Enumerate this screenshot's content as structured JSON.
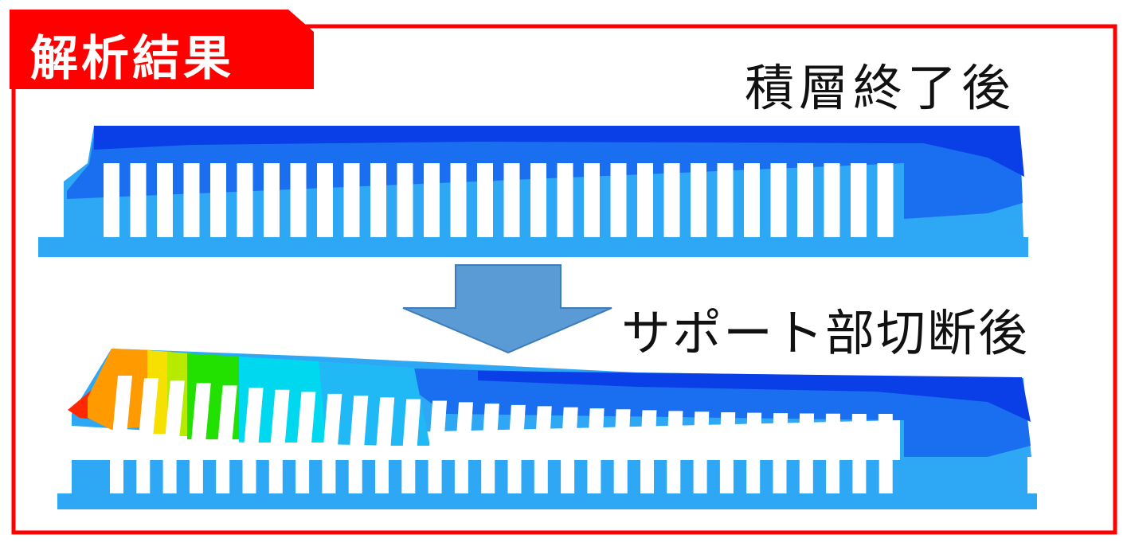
{
  "badge": {
    "text": "解析結果",
    "color": "#ff0000"
  },
  "frame_color": "#ff0000",
  "labels": {
    "after_build": "積層終了後",
    "after_support_cut": "サポート部切断後"
  },
  "arrow": {
    "color": "#5b9bd5",
    "direction": "down"
  },
  "palette": {
    "dark_blue": "#0a3ee6",
    "mid_blue": "#1a6ef0",
    "light_blue": "#2ea8f5",
    "cyan": "#00d8f0",
    "green": "#22e000",
    "yellow_green": "#b8ea00",
    "yellow": "#f5e000",
    "orange": "#ff9a00",
    "red": "#ff2800"
  },
  "model": {
    "slot_count": 30
  }
}
